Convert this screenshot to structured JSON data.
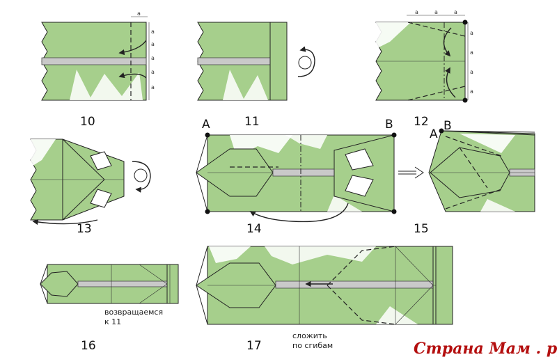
{
  "steps": {
    "s10": "10",
    "s11": "11",
    "s12": "12",
    "s13": "13",
    "s14": "14",
    "s15": "15",
    "s16": "16",
    "s17": "17"
  },
  "points": {
    "a14": "A",
    "b14": "B",
    "a15": "A",
    "b15": "B"
  },
  "dimension_label": "a",
  "notes": {
    "return_line1": "возвращаемся",
    "return_line2": "к 11",
    "fold_line1": "сложить",
    "fold_line2": "по сгибам"
  },
  "watermark": "Страна Мам . ру",
  "colors": {
    "paper": "#a6cf8c",
    "brand": "#b40f0f"
  }
}
